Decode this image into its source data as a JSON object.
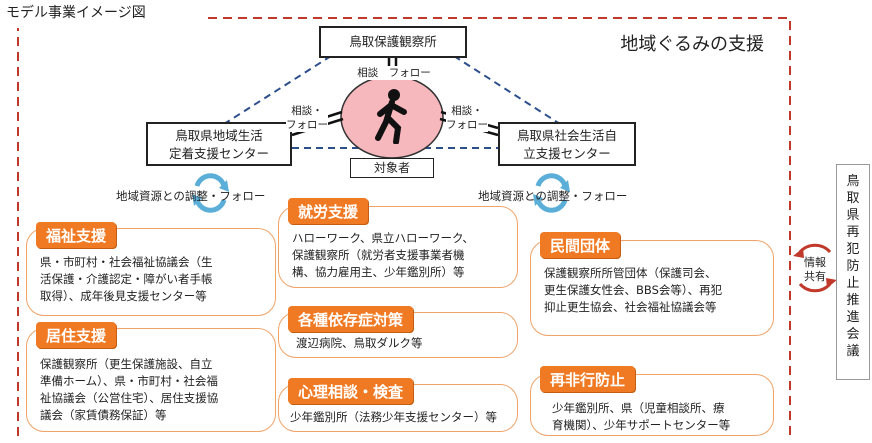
{
  "page": {
    "title": "モデル事業イメージ図",
    "region_label": "地域ぐるみの支援"
  },
  "center": {
    "top_box": "鳥取保護観察所",
    "left_box": [
      "鳥取県地域生活",
      "定着支援センター"
    ],
    "right_box": [
      "鳥取県社会生活自",
      "立支援センター"
    ],
    "target": "対象者",
    "link_top": "相談　フォロー",
    "link_left": [
      "相談・",
      "フォロー"
    ],
    "link_right": [
      "相談・",
      "フォロー"
    ],
    "resource_left": "地域資源との調整・フォロー",
    "resource_right": "地域資源との調整・フォロー"
  },
  "cards": {
    "welfare": {
      "title": "福祉支援",
      "lines": [
        "県・市町村・社会福祉協議会（生",
        "活保護・介護認定・障がい者手帳",
        "取得）、成年後見支援センター等"
      ]
    },
    "housing": {
      "title": "居住支援",
      "lines": [
        "保護観察所（更生保護施設、自立",
        "準備ホーム）、県・市町村・社会福",
        "祉協議会（公営住宅）、居住支援協",
        "議会（家賃債務保証）等"
      ]
    },
    "employment": {
      "title": "就労支援",
      "lines": [
        "ハローワーク、県立ハローワーク、",
        "保護観察所（就労者支援事業者機",
        "構、協力雇用主、少年鑑別所）等"
      ]
    },
    "addiction": {
      "title": "各種依存症対策",
      "lines": [
        "渡辺病院、鳥取ダルク等"
      ]
    },
    "counseling": {
      "title": "心理相談・検査",
      "lines": [
        "少年鑑別所（法務少年支援センター）等"
      ]
    },
    "private": {
      "title": "民間団体",
      "lines": [
        "保護観察所所管団体（保護司会、",
        "更生保護女性会、BBS会等）、再犯",
        "抑止更生協会、社会福祉協議会等"
      ]
    },
    "prevention": {
      "title": "再非行防止",
      "lines": [
        "少年鑑別所、県（児童相談所、療",
        "育機関）、少年サポートセンター等"
      ]
    }
  },
  "side": {
    "council": [
      "鳥",
      "取",
      "県",
      "再",
      "犯",
      "防",
      "止",
      "推",
      "進",
      "会",
      "議"
    ],
    "share": [
      "情報",
      "共有"
    ]
  },
  "colors": {
    "card_header": "#f07a23",
    "card_border": "#f0a46a",
    "dashed_frame": "#c0392b",
    "circle_fill": "#f6b7bd",
    "cycle_arrow": "#5aaed8",
    "share_arrow": "#c0392b"
  },
  "icons": {
    "person": "walking-person-icon",
    "cycle": "cycle-arrows-icon",
    "share": "share-arrows-icon"
  }
}
